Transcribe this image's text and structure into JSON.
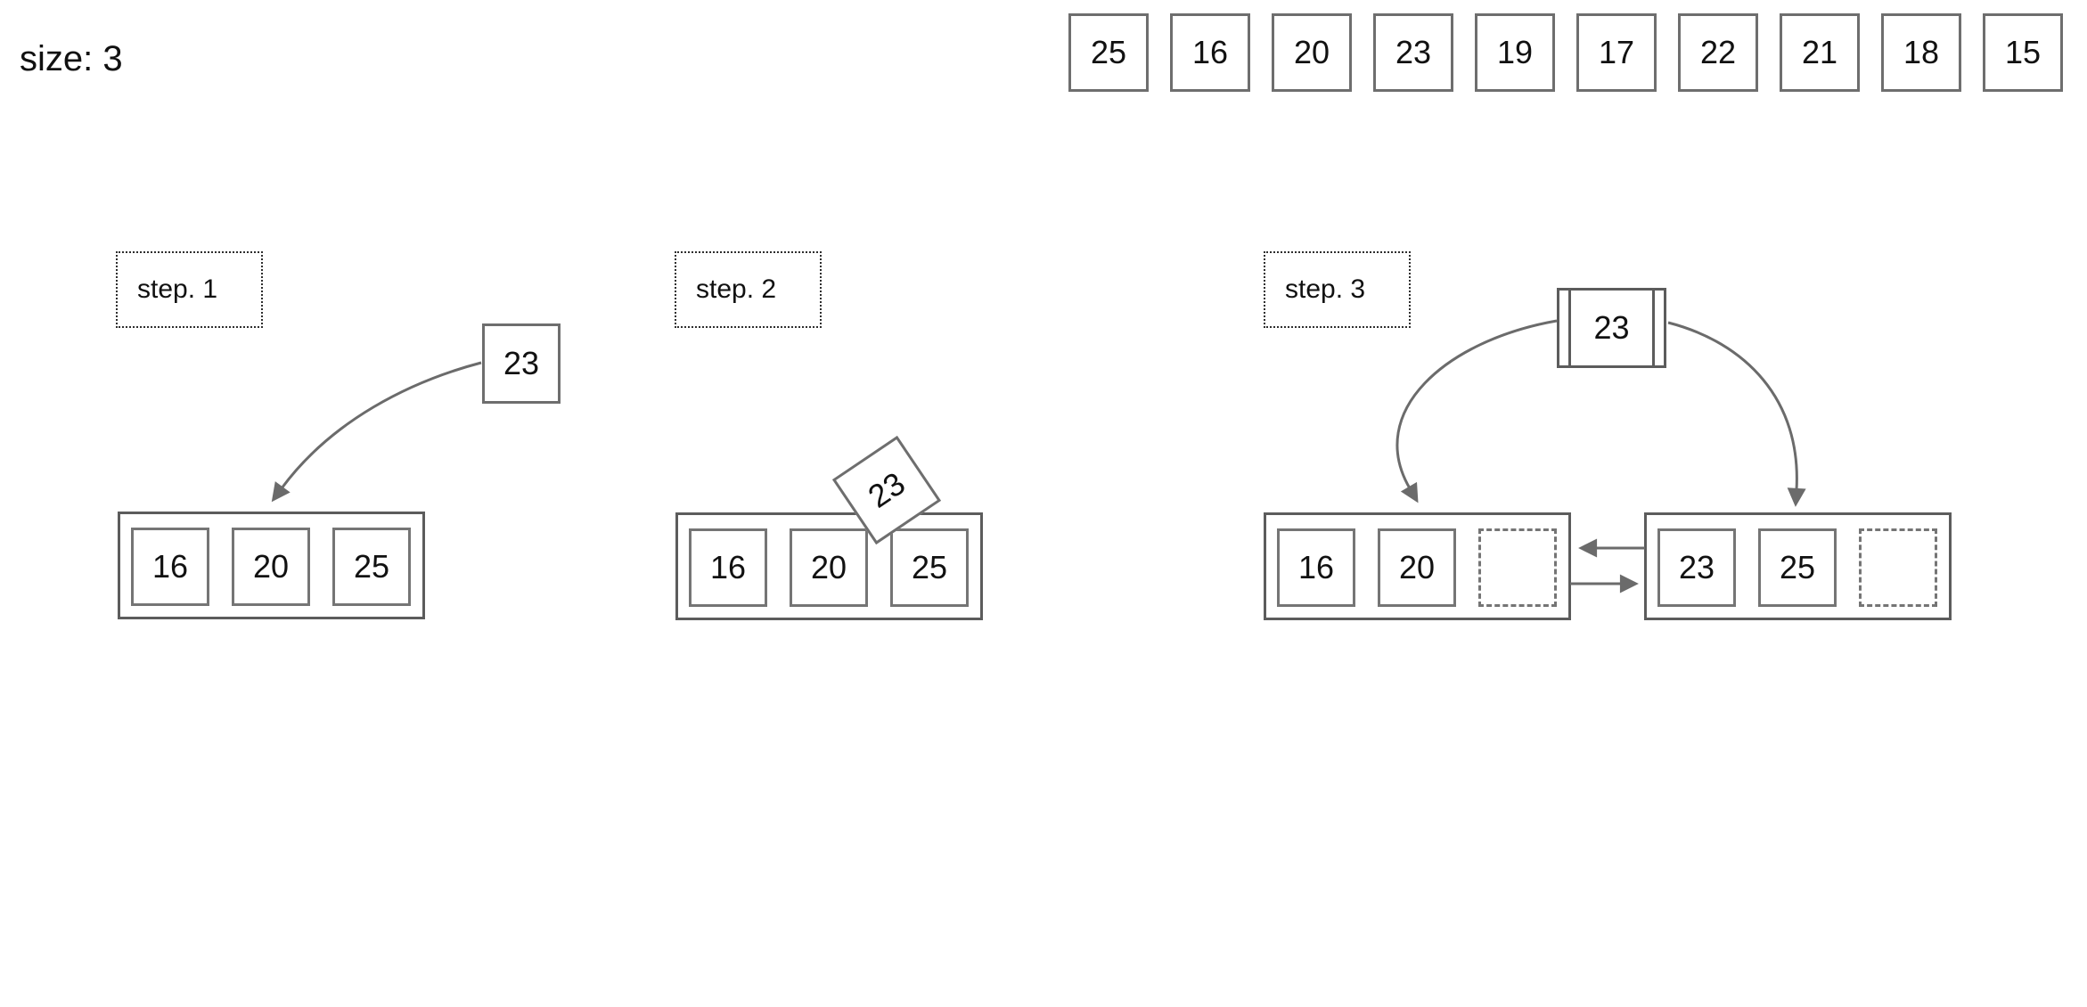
{
  "header": {
    "size_label": "size: 3"
  },
  "queue": {
    "values": [
      "25",
      "16",
      "20",
      "23",
      "19",
      "17",
      "22",
      "21",
      "18",
      "15"
    ]
  },
  "steps": {
    "step1": {
      "label": "step. 1",
      "incoming_value": "23",
      "cells": [
        "16",
        "20",
        "25"
      ]
    },
    "step2": {
      "label": "step. 2",
      "inserting_value": "23",
      "cells": [
        "16",
        "20",
        "25"
      ]
    },
    "step3": {
      "label": "step. 3",
      "promoted_value": "23",
      "left_node_cells": [
        "16",
        "20"
      ],
      "right_node_cells": [
        "23",
        "25"
      ]
    }
  },
  "colors": {
    "background": "#ffffff",
    "text": "#111111",
    "box_border": "#6e6e6e",
    "container_border": "#5c5c5c",
    "cell_border": "#757575",
    "dotted_label_border": "#2e2e2e",
    "arrow": "#6b6b6b"
  }
}
